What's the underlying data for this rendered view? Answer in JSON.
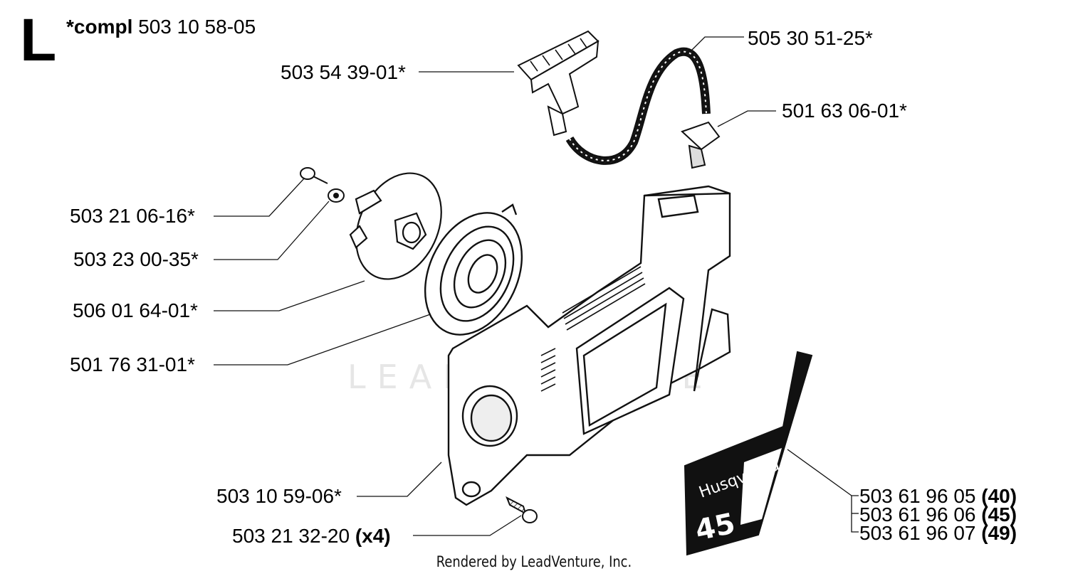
{
  "header": {
    "section_letter": "L",
    "compl_prefix": "*compl",
    "compl_number": "503 10 58-05"
  },
  "parts": [
    {
      "id": "handle",
      "number": "503 54 39-01*"
    },
    {
      "id": "starter-rope",
      "number": "505 30 51-25*"
    },
    {
      "id": "rope-guide",
      "number": "501 63 06-01*"
    },
    {
      "id": "screw",
      "number": "503 21 06-16*"
    },
    {
      "id": "washer",
      "number": "503 23 00-35*"
    },
    {
      "id": "rope-pulley",
      "number": "506 01 64-01*"
    },
    {
      "id": "recoil-spring",
      "number": "501 76 31-01*"
    },
    {
      "id": "starter-housing",
      "number": "503 10 59-06*"
    },
    {
      "id": "housing-screw",
      "number": "503 21 32-20",
      "qty": "(x4)"
    },
    {
      "id": "decal-40",
      "number": "503 61 96 05",
      "variant": "(40)"
    },
    {
      "id": "decal-45",
      "number": "503 61 96 06",
      "variant": "(45)"
    },
    {
      "id": "decal-49",
      "number": "503 61 96 07",
      "variant": "(49)"
    }
  ],
  "decal": {
    "brand": "Husqvarna",
    "model": "45"
  },
  "watermark": "LEADVENTURE",
  "footer": "Rendered by LeadVenture, Inc."
}
